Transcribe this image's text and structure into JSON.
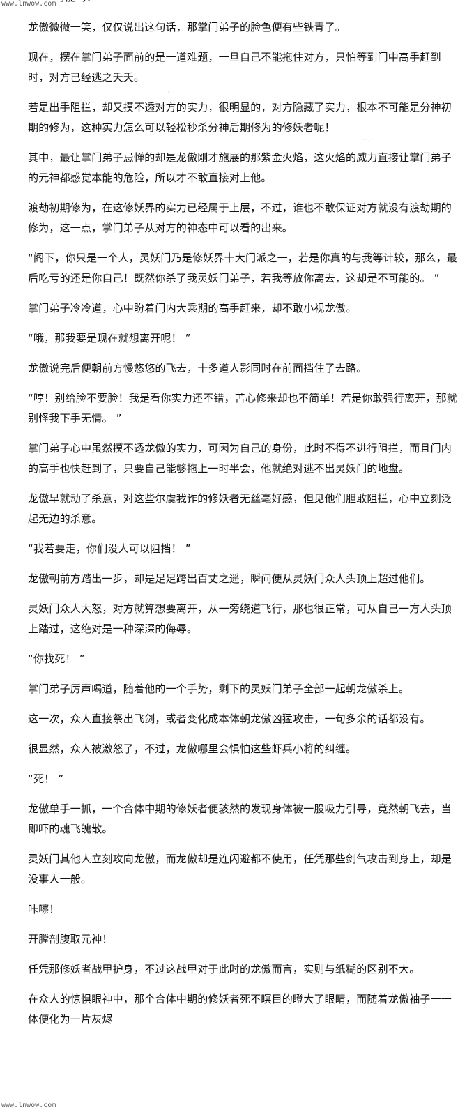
{
  "watermark": {
    "top": "www.lnwow.com",
    "bottom": "www.lnwow.com"
  },
  "paragraphs": [
    "“走…可能吗？ ”",
    "龙傲微微一笑，仅仅说出这句话，那掌门弟子的脸色便有些铁青了。",
    "现在，摆在掌门弟子面前的是一道难题，一旦自己不能拖住对方，只怕等到门中高手赶到时，对方已经逃之夭夭。",
    "若是出手阻拦，却又摸不透对方的实力，很明显的，对方隐藏了实力，根本不可能是分神初期的修为，这种实力怎么可以轻松秒杀分神后期修为的修妖者呢！",
    "其中，最让掌门弟子忌惮的却是龙傲刚才施展的那紫金火焰，这火焰的威力直接让掌门弟子的元神都感觉本能的危险，所以才不敢直接对上他。",
    "渡劫初期修为，在这修妖界的实力已经属于上层，不过，谁也不敢保证对方就没有渡劫期的修为，这一点，掌门弟子从对方的神态中可以看的出来。",
    "“阁下，你只是一个人，灵妖门乃是修妖界十大门派之一，若是你真的与我等计较，那么，最后吃亏的还是你自己！既然你杀了我灵妖门弟子，若我等放你离去，这却是不可能的。 ”",
    "掌门弟子冷冷道，心中盼着门内大乘期的高手赶来，却不敢小视龙傲。",
    "“哦，那我要是现在就想离开呢！ ”",
    "龙傲说完后便朝前方慢悠悠的飞去，十多道人影同时在前面挡住了去路。",
    "“哼！别给脸不要脸！我是看你实力还不错，苦心修来却也不简单！若是你敢强行离开，那就别怪我下手无情。 ”",
    "掌门弟子心中虽然摸不透龙傲的实力，可因为自己的身份，此时不得不进行阻拦，而且门内的高手也快赶到了，只要自己能够拖上一时半会，他就绝对逃不出灵妖门的地盘。",
    "龙傲早就动了杀意，对这些尔虞我诈的修妖者无丝毫好感，但见他们胆敢阻拦，心中立刻泛起无边的杀意。",
    "“我若要走，你们没人可以阻挡！ ”",
    "龙傲朝前方踏出一步，却是足足跨出百丈之遥，瞬间便从灵妖门众人头顶上超过他们。",
    "灵妖门众人大怒，对方就算想要离开，从一旁绕道飞行，那也很正常，可从自己一方人头顶上踏过，这绝对是一种深深的侮辱。",
    "“你找死！ ”",
    "掌门弟子厉声喝道，随着他的一个手势，剩下的灵妖门弟子全部一起朝龙傲杀上。",
    "这一次，众人直接祭出飞剑，或者变化成本体朝龙傲凶猛攻击，一句多余的话都没有。",
    "很显然，众人被激怒了，不过，龙傲哪里会惧怕这些虾兵小将的纠缠。",
    "“死！ ”",
    "龙傲单手一抓，一个合体中期的修妖者便骇然的发现身体被一股吸力引导，竟然朝飞去，当即吓的魂飞魄散。",
    "灵妖门其他人立刻攻向龙傲，而龙傲却是连闪避都不使用，任凭那些剑气攻击到身上，却是没事人一般。",
    "咔嚓！",
    "开膛剖腹取元神！",
    "任凭那修妖者战甲护身，不过这战甲对于此时的龙傲而言，实则与纸糊的区别不大。",
    "在众人的惊惧眼神中，那个合体中期的修妖者死不瞑目的瞪大了眼睛，而随着龙傲袖子一一体便化为一片灰烬"
  ]
}
